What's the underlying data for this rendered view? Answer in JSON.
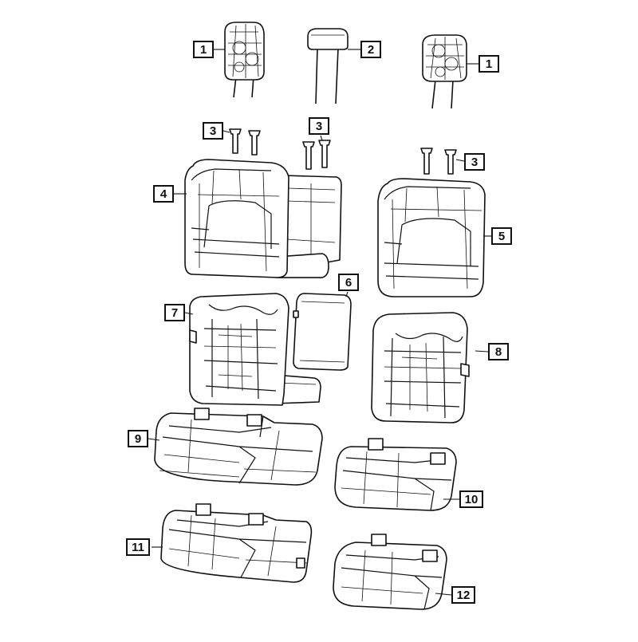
{
  "callouts": [
    {
      "id": "c1a",
      "label": "1"
    },
    {
      "id": "c2",
      "label": "2"
    },
    {
      "id": "c1b",
      "label": "1"
    },
    {
      "id": "c3a",
      "label": "3"
    },
    {
      "id": "c3b",
      "label": "3"
    },
    {
      "id": "c3c",
      "label": "3"
    },
    {
      "id": "c4",
      "label": "4"
    },
    {
      "id": "c5",
      "label": "5"
    },
    {
      "id": "c6",
      "label": "6"
    },
    {
      "id": "c7",
      "label": "7"
    },
    {
      "id": "c8",
      "label": "8"
    },
    {
      "id": "c9",
      "label": "9"
    },
    {
      "id": "c10",
      "label": "10"
    },
    {
      "id": "c11",
      "label": "11"
    },
    {
      "id": "c12",
      "label": "12"
    }
  ],
  "colors": {
    "line": "#111111",
    "background": "#ffffff"
  }
}
